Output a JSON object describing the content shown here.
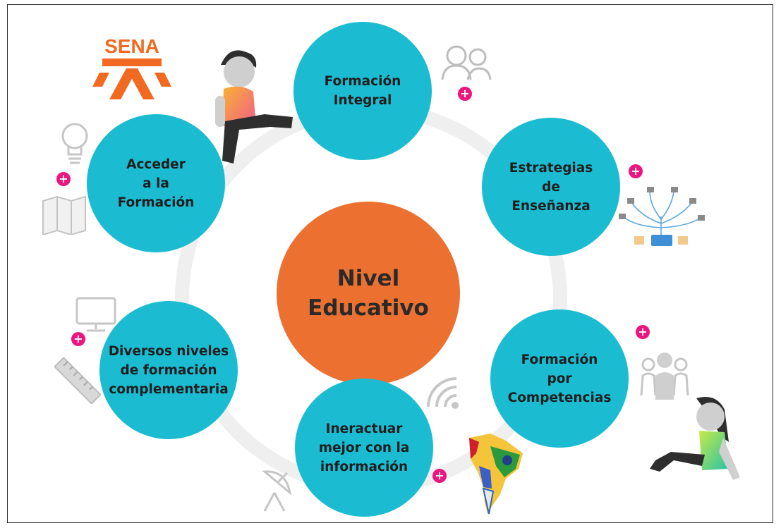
{
  "logo": {
    "text": "SENA",
    "color": "#f26a22"
  },
  "center": {
    "lines": [
      "Nivel",
      "Educativo"
    ],
    "color": "#ec7131"
  },
  "node_color": "#1bbcd2",
  "accent_plus": "#e9177f",
  "nodes": [
    {
      "lines": [
        "Formación",
        "Integral"
      ]
    },
    {
      "lines": [
        "Estrategias",
        "de",
        "Enseñanza"
      ]
    },
    {
      "lines": [
        "Formación",
        "por",
        "Competencias"
      ]
    },
    {
      "lines": [
        "Ineractuar",
        "mejor con la",
        "información"
      ]
    },
    {
      "lines": [
        "Diversos niveles",
        "de formación",
        "complementaria"
      ]
    },
    {
      "lines": [
        "Acceder",
        "a la",
        "Formación"
      ]
    }
  ],
  "plus_label": "+"
}
